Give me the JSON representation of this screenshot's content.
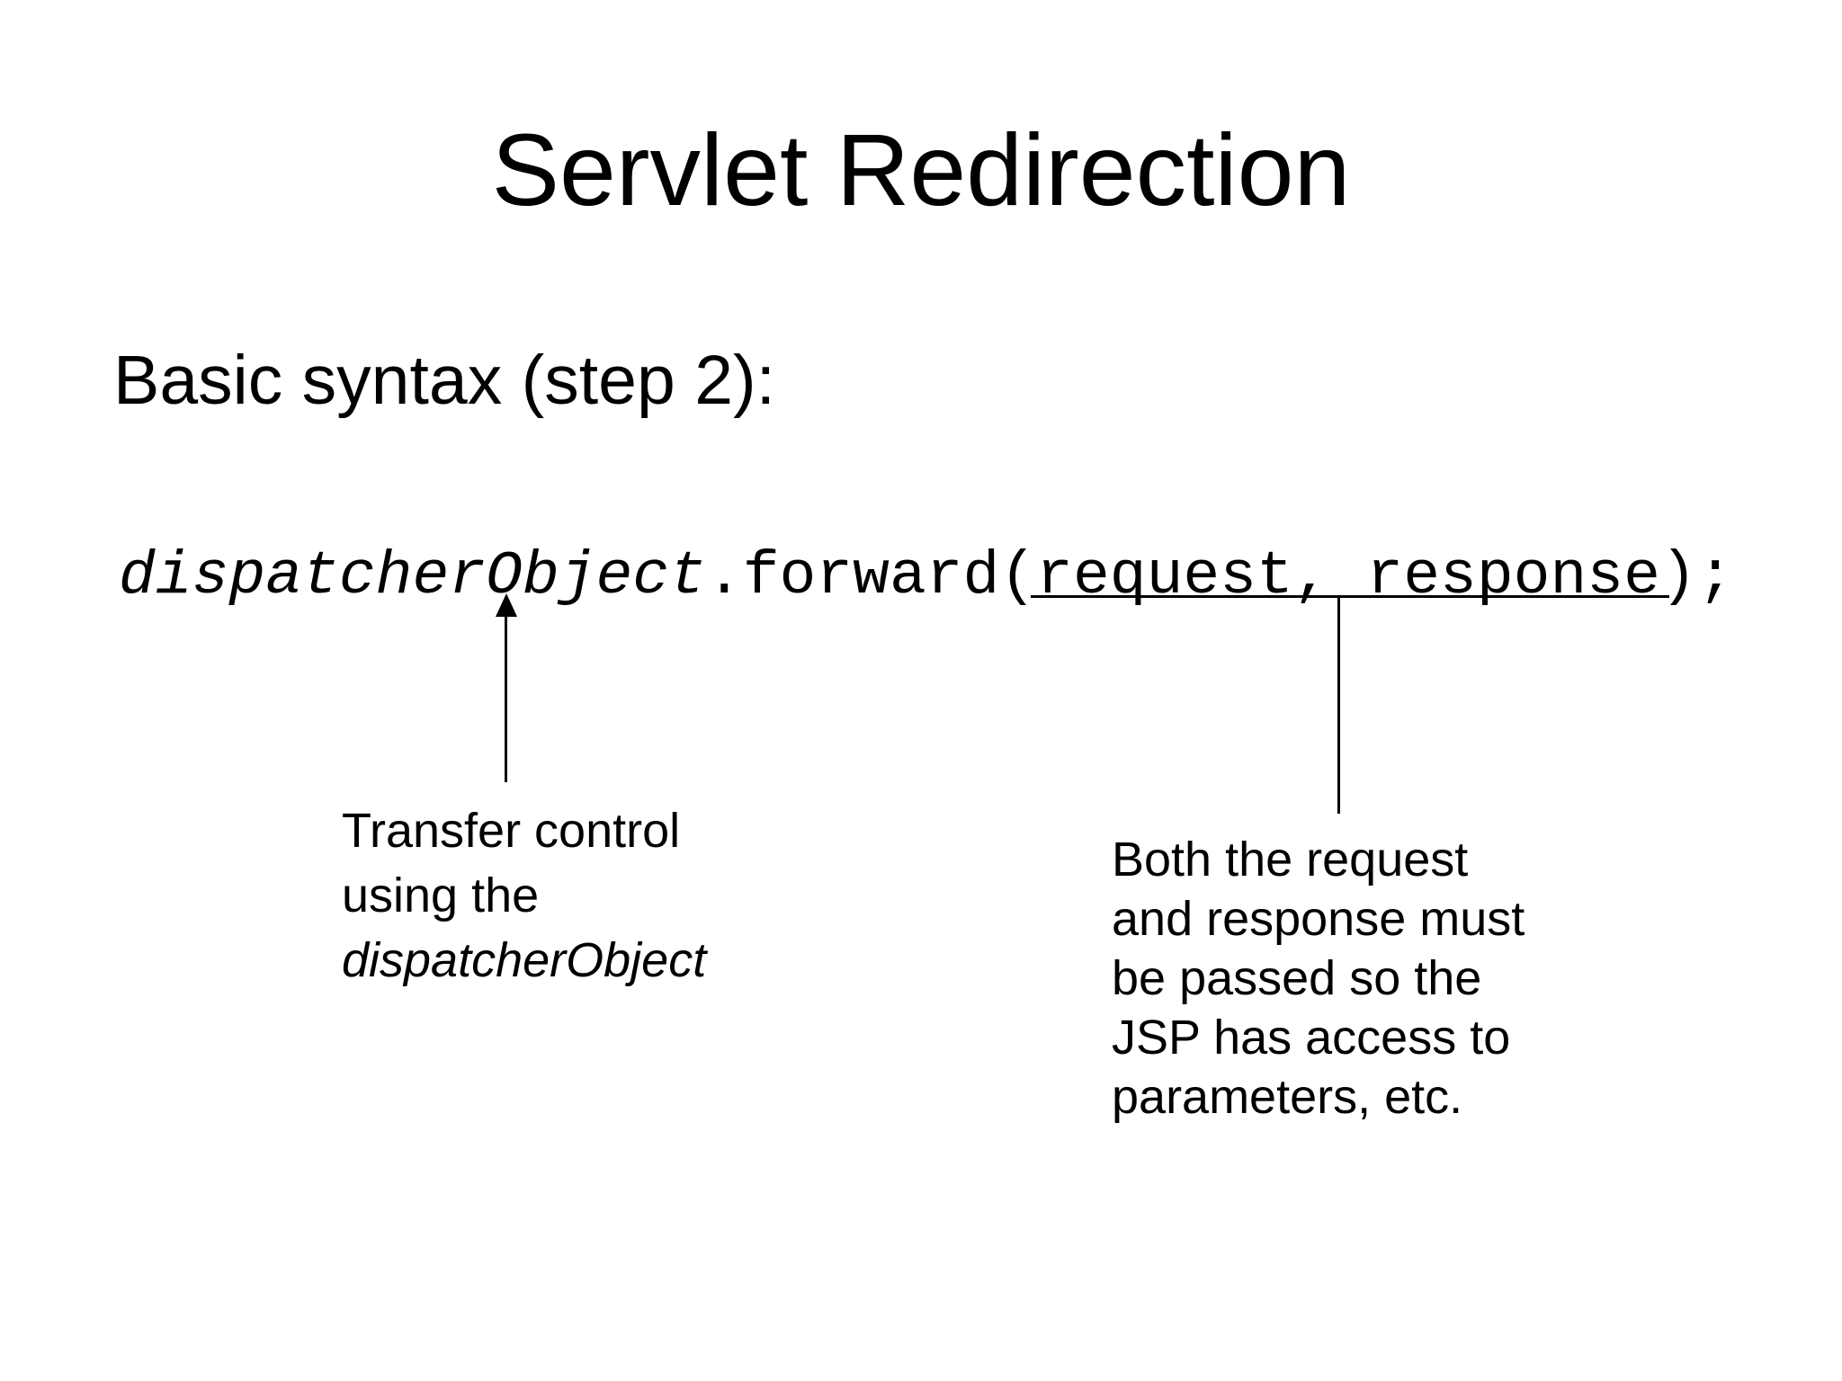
{
  "slide": {
    "title": "Servlet Redirection",
    "subtitle": "Basic syntax (step 2):",
    "code_line": {
      "receiver": "dispatcherObject",
      "call": ".forward(",
      "arguments": "request, response",
      "terminator": ");"
    },
    "annotations": {
      "left": {
        "lines": [
          "Transfer control",
          "using the",
          "dispatcherObject"
        ]
      },
      "right": {
        "lines": [
          "Both the request",
          "and response must",
          "be passed so the",
          "JSP has access to",
          "parameters, etc."
        ]
      }
    },
    "colors": {
      "background": "#ffffff",
      "text": "#000000"
    }
  }
}
